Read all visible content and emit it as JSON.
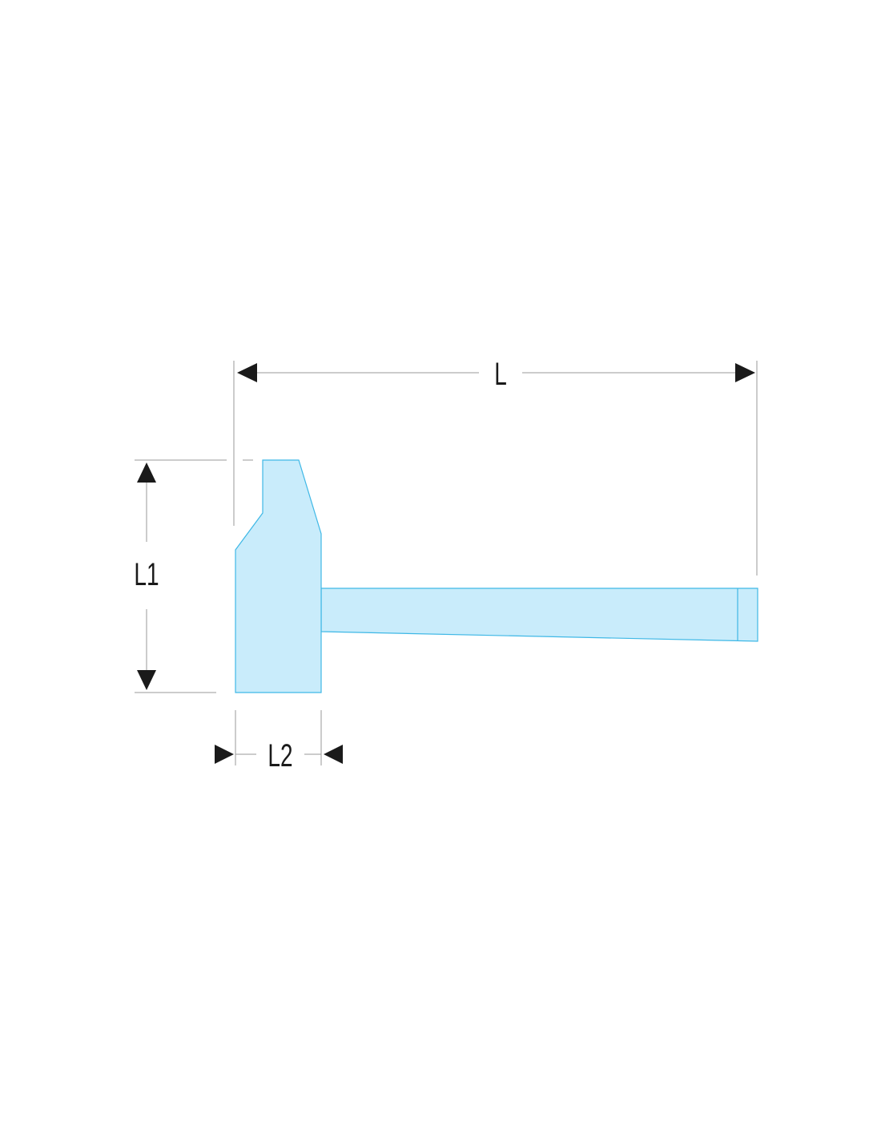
{
  "diagram": {
    "colors": {
      "fill": "#c9ecfb",
      "outline": "#3fb8e6",
      "dimension_line": "#9a9a9a",
      "arrow": "#1a1a1a",
      "label": "#1a1a1a"
    },
    "dimensions": {
      "overall_length": {
        "label": "L"
      },
      "head_height": {
        "label": "L1"
      },
      "head_width": {
        "label": "L2"
      }
    }
  }
}
